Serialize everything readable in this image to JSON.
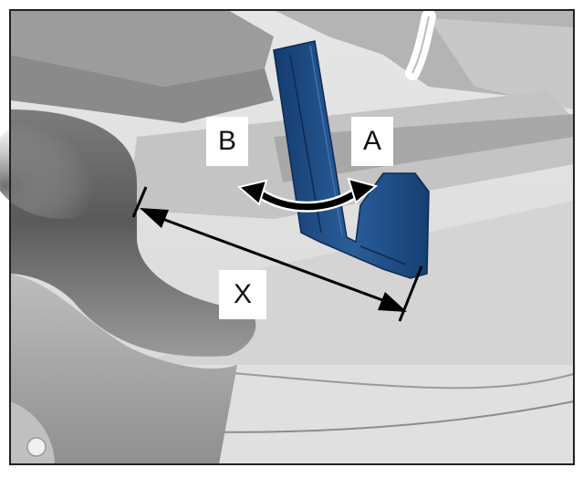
{
  "labels": {
    "b": "B",
    "a": "A",
    "x": "X"
  },
  "colors": {
    "bracket_fill": "#1f4f8a",
    "bracket_edge": "#0d2a52",
    "arrow": "#000000",
    "frame": "#222222",
    "background": "#ffffff"
  },
  "icons": {
    "rotation_arrow": "double-headed-curved-arrow",
    "dimension_arrow": "double-headed-straight-arrow"
  }
}
